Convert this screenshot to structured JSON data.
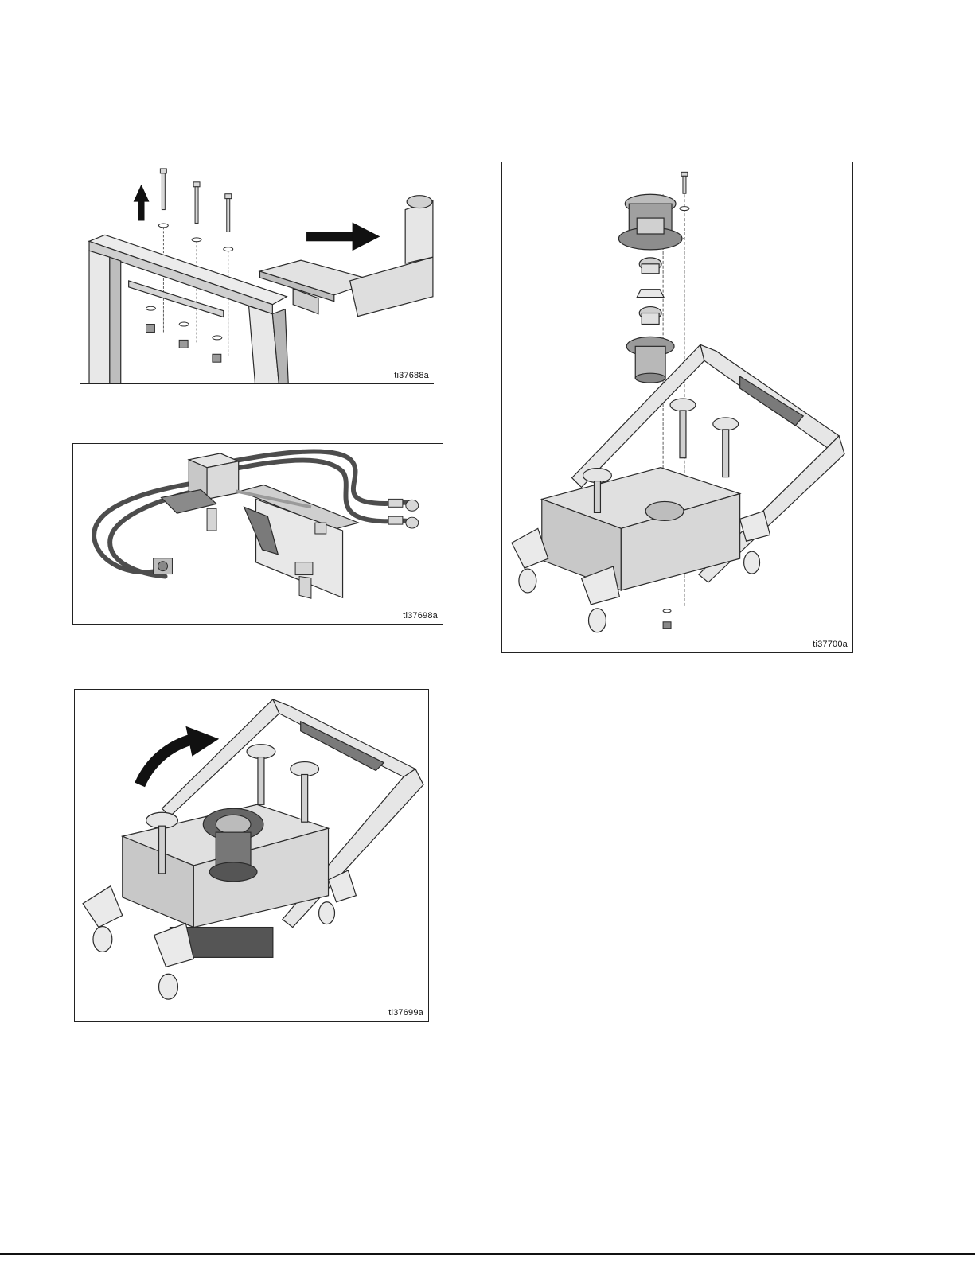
{
  "figures": [
    {
      "id": "fig1",
      "label": "ti37688a"
    },
    {
      "id": "fig2",
      "label": "ti37698a"
    },
    {
      "id": "fig3",
      "label": "ti37699a"
    },
    {
      "id": "fig4",
      "label": "ti37700a"
    }
  ],
  "colors": {
    "metal_light": "#e6e6e6",
    "metal_mid": "#bdbdbd",
    "metal_dark": "#6e6e6e",
    "hose": "#4d4d4d",
    "outline": "#2a2a2a",
    "arrow": "#111111"
  }
}
